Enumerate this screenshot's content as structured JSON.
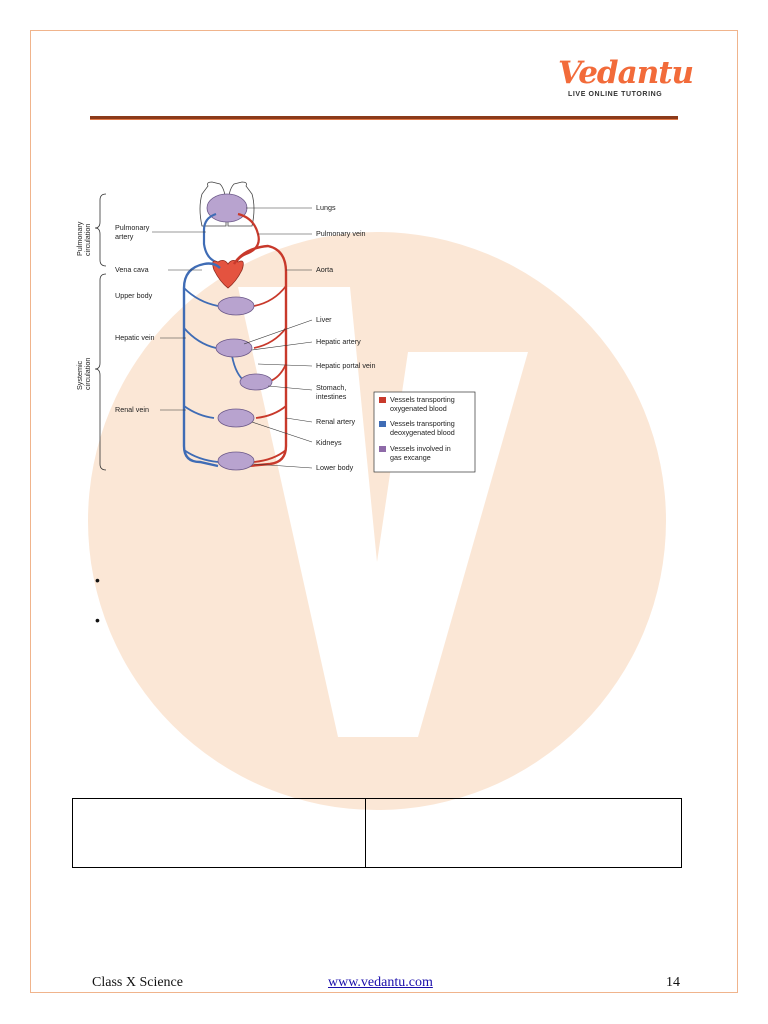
{
  "brand": {
    "name": "Vedantu",
    "tagline": "LIVE ONLINE TUTORING",
    "accent": "#f26b3a",
    "rule_color": "#8b3a1a"
  },
  "diagram": {
    "section_labels": {
      "pulmonary": [
        "Pulmonary",
        "circulation"
      ],
      "systemic": [
        "Systemic",
        "circulation"
      ]
    },
    "left_labels": {
      "pulmonary_artery": [
        "Pulmonary",
        "artery"
      ],
      "vena_cava": "Vena cava",
      "upper_body": "Upper body",
      "hepatic_vein": "Hepatic vein",
      "renal_vein": "Renal vein"
    },
    "right_labels": {
      "lungs": "Lungs",
      "pulmonary_vein": "Pulmonary vein",
      "aorta": "Aorta",
      "liver": "Liver",
      "hepatic_artery": "Hepatic artery",
      "hepatic_portal_vein": "Hepatic portal vein",
      "stomach": [
        "Stomach,",
        "intestines"
      ],
      "renal_artery": "Renal artery",
      "kidneys": "Kidneys",
      "lower_body": "Lower body"
    },
    "legend": [
      {
        "lines": [
          "Vessels transporting",
          "oxygenated blood"
        ],
        "color": "#c8392b"
      },
      {
        "lines": [
          "Vessels transporting",
          "deoxygenated blood"
        ],
        "color": "#3f6cb5"
      },
      {
        "lines": [
          "Vessels involved in",
          "gas excange"
        ],
        "color": "#8e6aa8"
      }
    ]
  },
  "bullets": [
    "•",
    "•"
  ],
  "footer": {
    "left": "Class X Science",
    "link": "www.vedantu.com ",
    "page": "14"
  }
}
